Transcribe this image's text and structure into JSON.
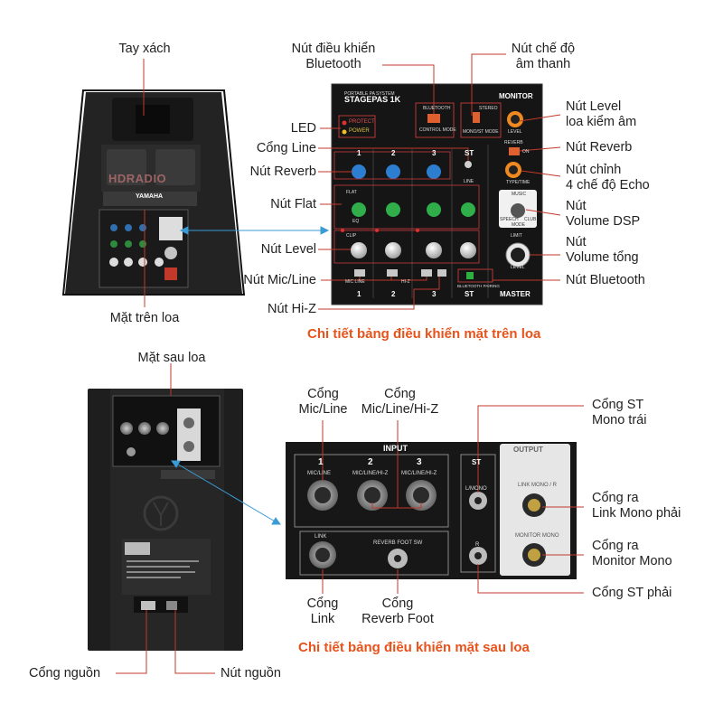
{
  "top_labels": {
    "handle": "Tay xách",
    "bluetooth_control": [
      "Nút điều khiển",
      "Bluetooth"
    ],
    "sound_mode": [
      "Nút chế độ",
      "âm thanh"
    ],
    "led": "LED",
    "line_port": "Cổng Line",
    "reverb_left": "Nút Reverb",
    "flat": "Nút Flat",
    "level_left": "Nút Level",
    "mic_line": "Nút Mic/Line",
    "hi_z": "Nút Hi-Z",
    "speaker_top": "Mặt trên loa",
    "monitor_level": [
      "Nút Level",
      "loa kiểm âm"
    ],
    "reverb_right": "Nút Reverb",
    "echo_modes": [
      "Nút chỉnh",
      "4 chế độ Echo"
    ],
    "volume_dsp": [
      "Nút",
      "Volume DSP"
    ],
    "volume_total": [
      "Nút",
      "Volume tổng"
    ],
    "bluetooth_button": "Nút Bluetooth"
  },
  "top_title": "Chi tiết bảng điều khiển mặt trên loa",
  "bottom_labels": {
    "speaker_back": "Mặt sau loa",
    "mic_line_port": [
      "Cổng",
      "Mic/Line"
    ],
    "mic_line_hiz_port": [
      "Cổng",
      "Mic/Line/Hi-Z"
    ],
    "st_mono_left": [
      "Cổng ST",
      "Mono trái"
    ],
    "link_mono_right": [
      "Cổng ra",
      "Link Mono phải"
    ],
    "monitor_mono": [
      "Cổng ra",
      "Monitor Mono"
    ],
    "st_right": "Cổng ST phải",
    "link_port": [
      "Cổng",
      "Link"
    ],
    "reverb_foot_port": [
      "Cổng",
      "Reverb Foot"
    ],
    "power_port": "Cổng nguồn",
    "power_button": "Nút nguồn"
  },
  "bottom_title": "Chi tiết bảng điều khiển mặt sau loa",
  "panel_top": {
    "brand_line1": "PORTABLE PA SYSTEM",
    "brand_line2": "STAGEPAS 1K",
    "monitor": "MONITOR",
    "protect": "PROTECT",
    "power": "POWER",
    "bluetooth": "BLUETOOTH",
    "control_mode": "CONTROL MODE",
    "stereo": "STEREO",
    "mono_st_mode": "MONO/ST MODE",
    "level": "LEVEL",
    "reverb": "REVERB",
    "on": "ON",
    "type_time": "TYPE/TIME",
    "music": "MUSIC",
    "speech": "SPEECH",
    "club": "CLUB",
    "mode": "MODE",
    "limit": "LIMIT",
    "flat": "FLAT",
    "eq": "EQ",
    "clip": "CLIP",
    "line": "LINE",
    "st": "ST",
    "mic_line_btn": "MIC LINE",
    "hi_z_btn": "HI-Z",
    "bt_pairing": "BLUETOOTH PAIRING",
    "master": "MASTER",
    "ch1": "1",
    "ch2": "2",
    "ch3": "3"
  },
  "panel_back": {
    "input": "INPUT",
    "output": "OUTPUT",
    "mic_line": "MIC/LINE",
    "mic_line_hiz": "MIC/LINE/HI-Z",
    "st": "ST",
    "l_mono": "L/MONO",
    "r": "R",
    "link": "LINK",
    "reverb_foot_sw": "REVERB FOOT SW",
    "link_mono_r": "LINK MONO / R",
    "monitor_mono": "MONITOR MONO",
    "ch1": "1",
    "ch2": "2",
    "ch3": "3"
  },
  "watermark": "HDRADIO",
  "speaker_brand": "YAMAHA",
  "colors": {
    "accent": "#e8521b",
    "leader": "#c0392b",
    "arrow": "#3a9bd5"
  }
}
